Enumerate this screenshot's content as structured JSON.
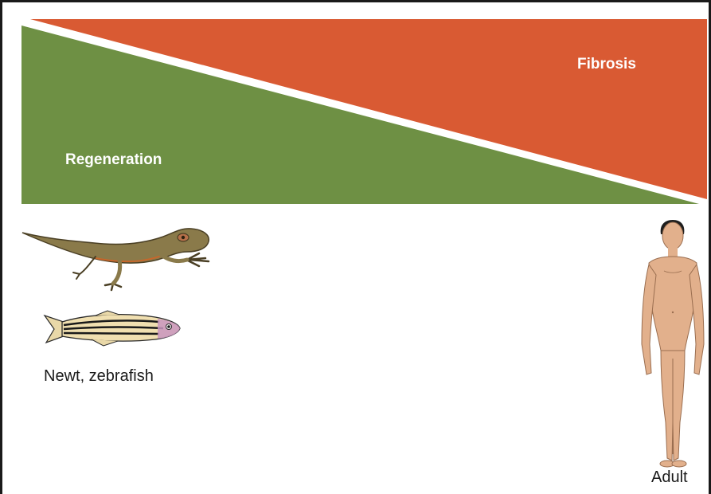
{
  "diagram": {
    "regeneration_label": "Regeneration",
    "fibrosis_label": "Fibrosis",
    "left_organisms_label": "Newt, zebrafish",
    "right_organism_label": "Adult",
    "colors": {
      "regeneration": "#6e9044",
      "fibrosis": "#d95a33",
      "newt": "#8a7a4a",
      "skin": "#e2b08c",
      "hair": "#1e1e1e"
    },
    "icons": [
      "newt-icon",
      "zebrafish-icon",
      "human-adult-icon"
    ]
  }
}
